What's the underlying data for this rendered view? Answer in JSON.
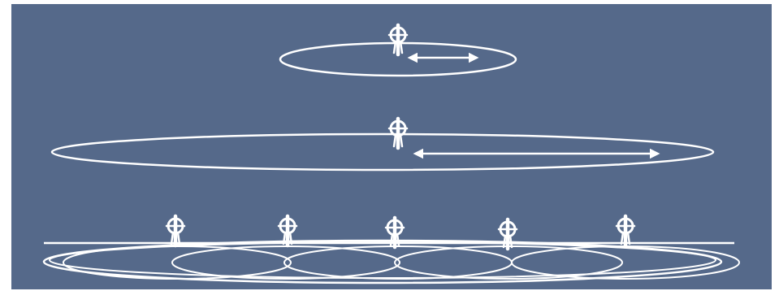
{
  "colors": {
    "background": "#55698a",
    "stroke": "#ffffff"
  },
  "panels": [
    {
      "id": "single-short-radius",
      "icon": "transmitter-tower-icon",
      "arrow": "double-headed-arrow"
    },
    {
      "id": "single-long-radius",
      "icon": "transmitter-tower-icon",
      "arrow": "double-headed-arrow"
    },
    {
      "id": "multiple-short-radius",
      "icon": "transmitter-tower-icon",
      "tower_count": 5
    }
  ]
}
